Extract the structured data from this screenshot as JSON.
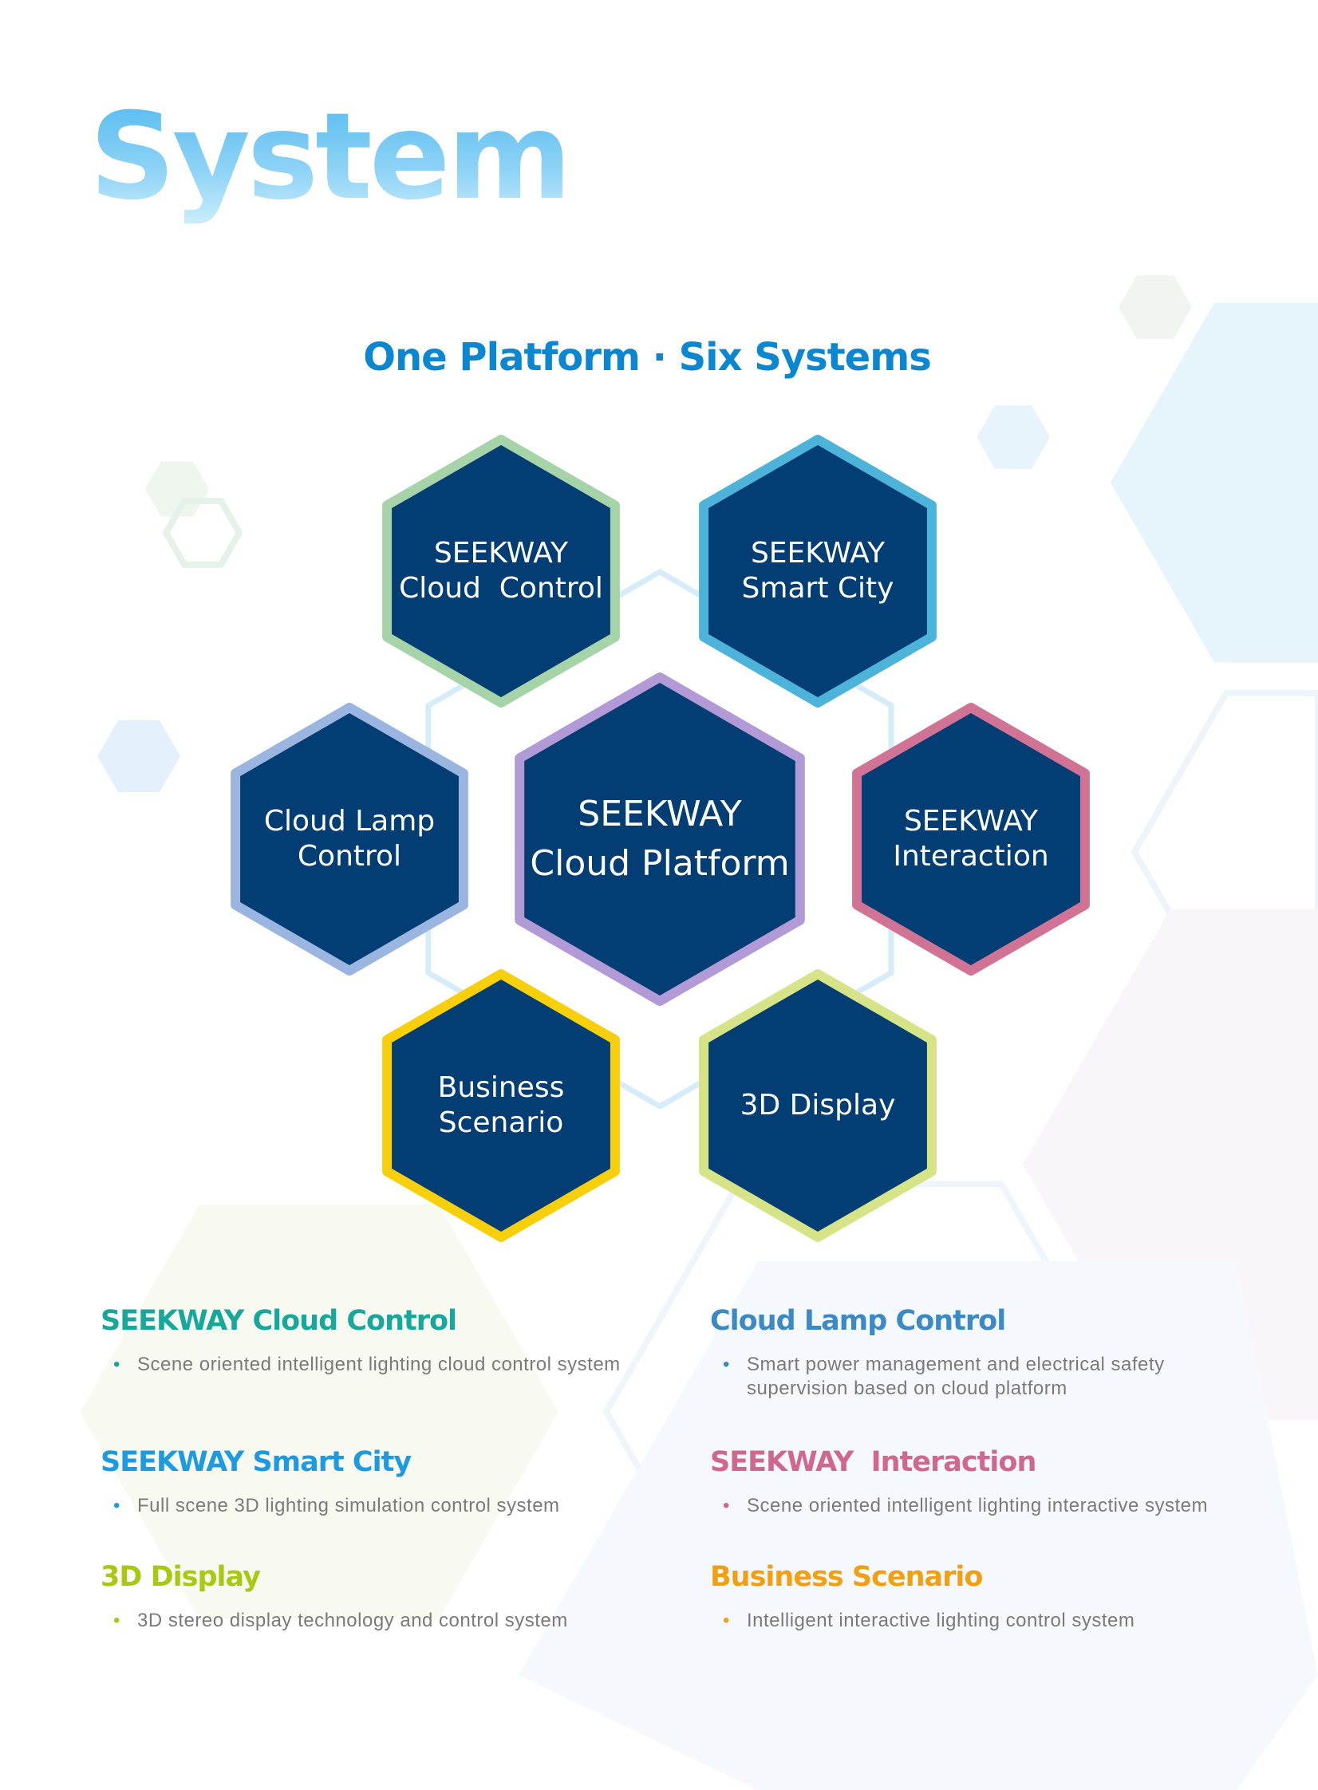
{
  "title": "System",
  "subtitle": "One Platform · Six Systems",
  "hexagons": [
    {
      "label": "SEEKWAY\nCloud  Control",
      "color": "#a6d4a8"
    },
    {
      "label": "SEEKWAY\nSmart City",
      "color": "#4db3d8"
    },
    {
      "label": "Cloud Lamp\nControl",
      "color": "#9ab6e0"
    },
    {
      "label": "SEEKWAY\nCloud Platform",
      "color": "#b19ad6"
    },
    {
      "label": "SEEKWAY\nInteraction",
      "color": "#d17394"
    },
    {
      "label": "Business\nScenario",
      "color": "#f7cf0a"
    },
    {
      "label": "3D Display",
      "color": "#d6e487"
    }
  ],
  "hex_fill": "#023d74",
  "descriptions": [
    {
      "heading": "SEEKWAY Cloud Control",
      "text": "Scene oriented intelligent lighting cloud control system",
      "color": "#17a89b"
    },
    {
      "heading": "Cloud Lamp Control",
      "text": "Smart power management and electrical safety supervision based on cloud platform",
      "color": "#3b8ac6"
    },
    {
      "heading": "SEEKWAY Smart City",
      "text": "Full scene 3D lighting simulation control system",
      "color": "#1e9be0"
    },
    {
      "heading": "SEEKWAY  Interaction",
      "text": "Scene oriented intelligent lighting interactive system",
      "color": "#d0678f"
    },
    {
      "heading": "3D Display",
      "text": "3D stereo display technology and control system",
      "color": "#a8c813"
    },
    {
      "heading": "Business Scenario",
      "text": "Intelligent interactive lighting control system",
      "color": "#f0a012"
    }
  ]
}
